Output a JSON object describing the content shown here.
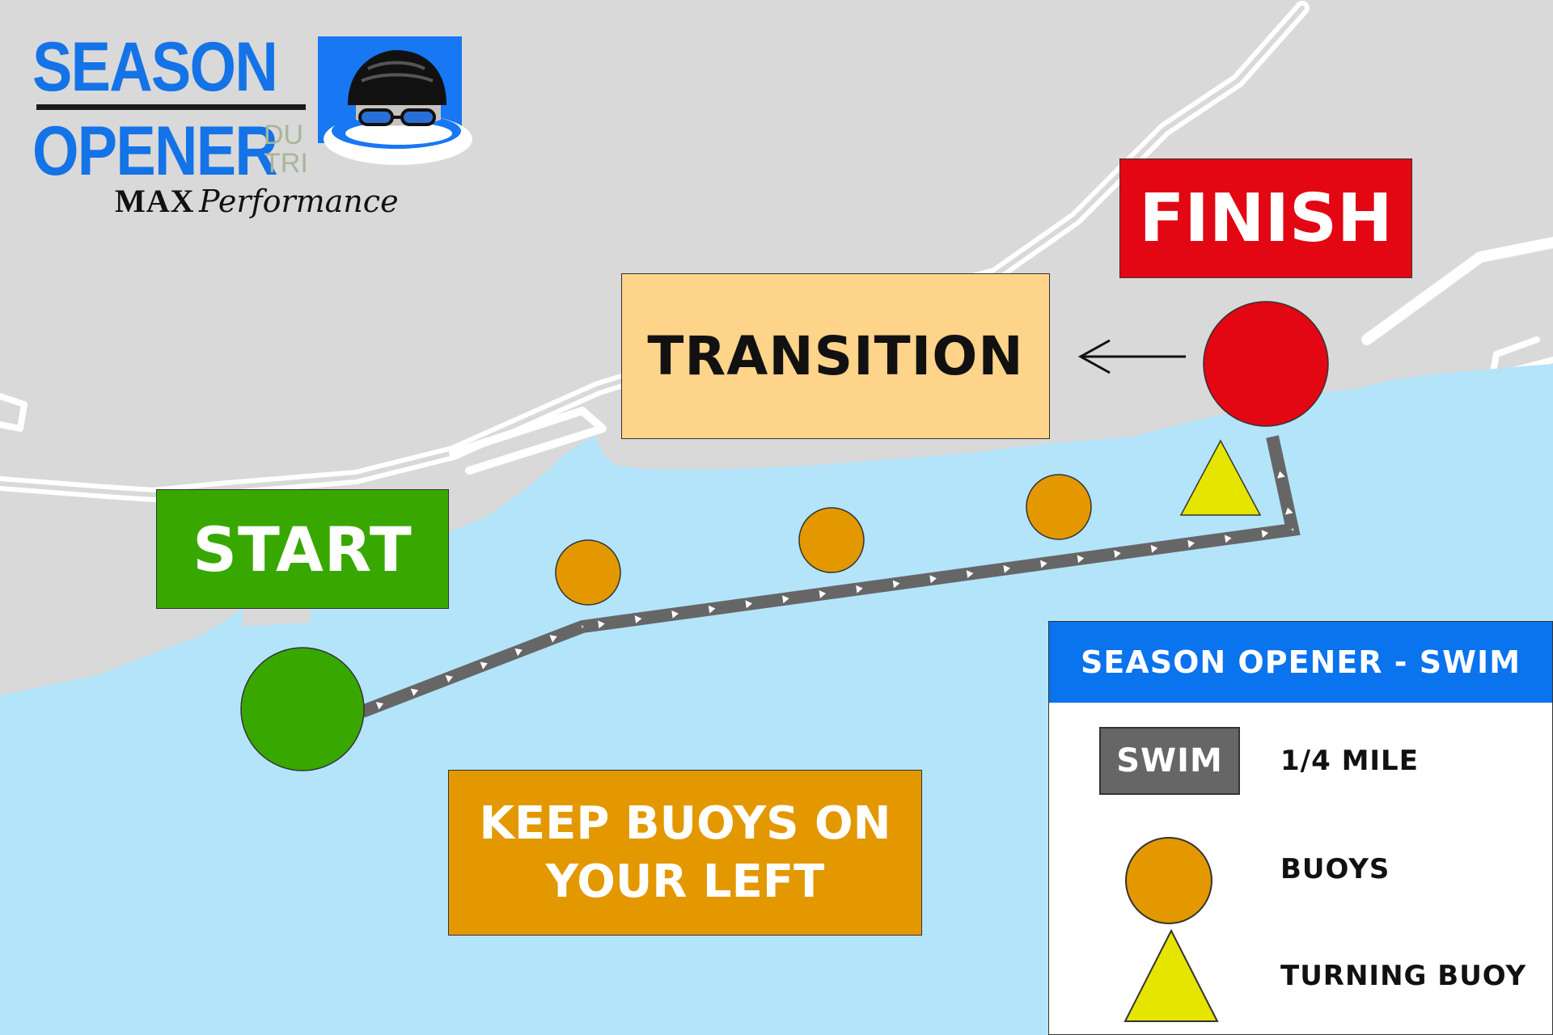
{
  "logo": {
    "line1": "SEASON",
    "line2": "OPENER",
    "du": "DU",
    "tri": "TRI",
    "sponsor_bold": "MAX",
    "sponsor_script": "Performance",
    "logo_colors": {
      "text_blue": "#1473e6",
      "box_blue": "#1877f2",
      "accent_grey": "#a9b59a"
    },
    "mascot_icon": "swimmer-cap-goggles-icon"
  },
  "map_labels": {
    "finish": "FINISH",
    "transition": "TRANSITION",
    "start": "START",
    "instruction": "KEEP BUOYS ON YOUR LEFT"
  },
  "legend": {
    "title": "SEASON OPENER - SWIM",
    "swim_key": "SWIM",
    "swim_distance": "1/4 MILE",
    "buoys": "BUOYS",
    "turning_buoy": "TURNING BUOY"
  },
  "map": {
    "colors": {
      "land": "#d9d9d9",
      "water": "#b3e4fa",
      "road": "#ffffff",
      "finish": "#e30613",
      "start": "#38a800",
      "buoy": "#e39800",
      "turning_buoy": "#e5e500",
      "swim_path": "#666666",
      "transition": "#fdd48a",
      "legend_header": "#0a73ee"
    },
    "icons": {
      "start_marker": "green-circle-icon",
      "finish_marker": "red-circle-icon",
      "buoy_marker": "orange-circle-icon",
      "turning_buoy_marker": "yellow-triangle-icon",
      "transition_arrow": "arrow-left-icon"
    }
  }
}
